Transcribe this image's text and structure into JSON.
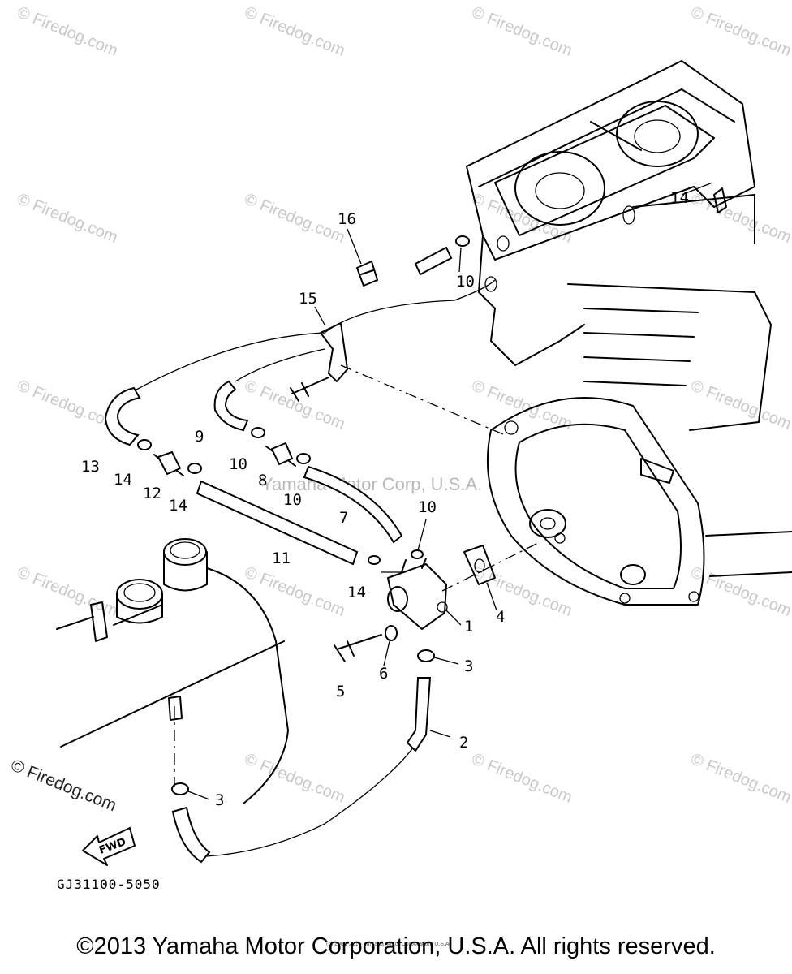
{
  "watermark": "© Firedog.com",
  "center_watermark": "Yamaha Motor Corp, U.S.A.",
  "fwd_label": "FWD",
  "diagram_code": "GJ31100-5050",
  "fine_print": "(c) 2005-2016 Yamaha Motor Corporation, U.S.A.",
  "copyright": "©2013 Yamaha Motor Corporation, U.S.A. All rights reserved.",
  "callouts": [
    "1",
    "2",
    "3",
    "3",
    "4",
    "5",
    "6",
    "7",
    "8",
    "9",
    "10",
    "10",
    "10",
    "10",
    "11",
    "12",
    "13",
    "14",
    "14",
    "14",
    "14",
    "15",
    "16"
  ]
}
